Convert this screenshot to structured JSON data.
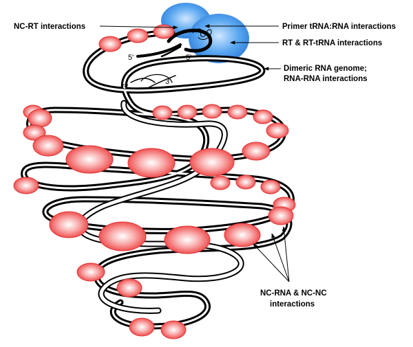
{
  "labels": {
    "nc_rt": "NC-RT interactions",
    "primer": "Primer tRNA:RNA interactions",
    "rt": "RT & RT-tRNA interactions",
    "dimer_line1": "Dimeric RNA genome;",
    "dimer_line2": "RNA-RNA interactions",
    "ncrna_line1": "NC-RNA & NC-NC",
    "ncrna_line2": "interactions"
  },
  "ends": {
    "five_a": "5'",
    "five_b": "5'",
    "three_a": "3'",
    "three_b": "3'"
  },
  "colors": {
    "nc_protein": "#f04848",
    "rt_protein": "#3a8ee8",
    "rna_outline": "#000000"
  }
}
